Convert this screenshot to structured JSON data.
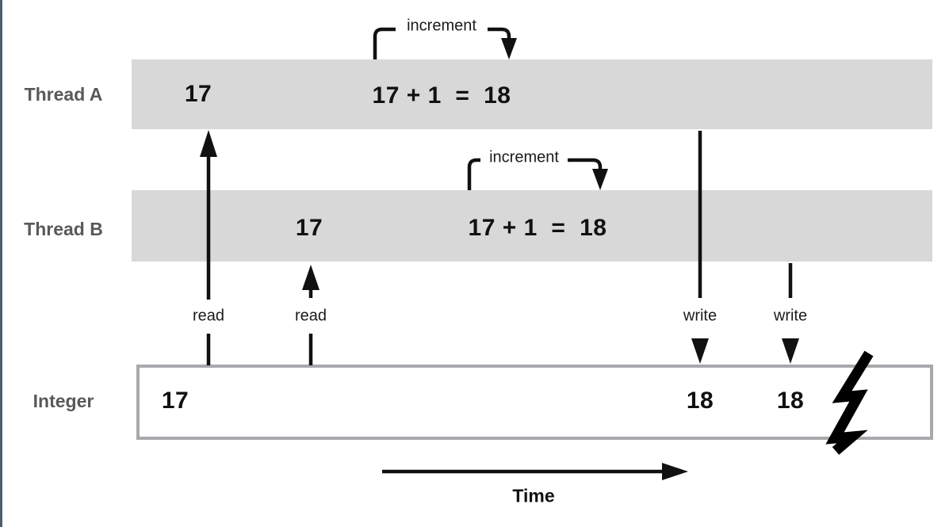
{
  "diagram_type": "race-condition-timeline",
  "labels": {
    "thread_a": "Thread A",
    "thread_b": "Thread B",
    "integer": "Integer",
    "time_axis": "Time"
  },
  "thread_a": {
    "read_value": "17",
    "computation": "17 + 1  =  18",
    "increment_label": "increment"
  },
  "thread_b": {
    "read_value": "17",
    "computation": "17 + 1  =  18",
    "increment_label": "increment"
  },
  "integer_values": [
    "17",
    "18",
    "18"
  ],
  "arrow_labels": {
    "reads": [
      "read",
      "read"
    ],
    "writes": [
      "write",
      "write"
    ]
  },
  "colors": {
    "thread_bar": "#d8d8d8",
    "row_label_text": "#58595b",
    "ink": "#111111",
    "integer_box_border": "#a7a9ac",
    "left_edge_line": "#4a5f70",
    "background": "#ffffff"
  }
}
